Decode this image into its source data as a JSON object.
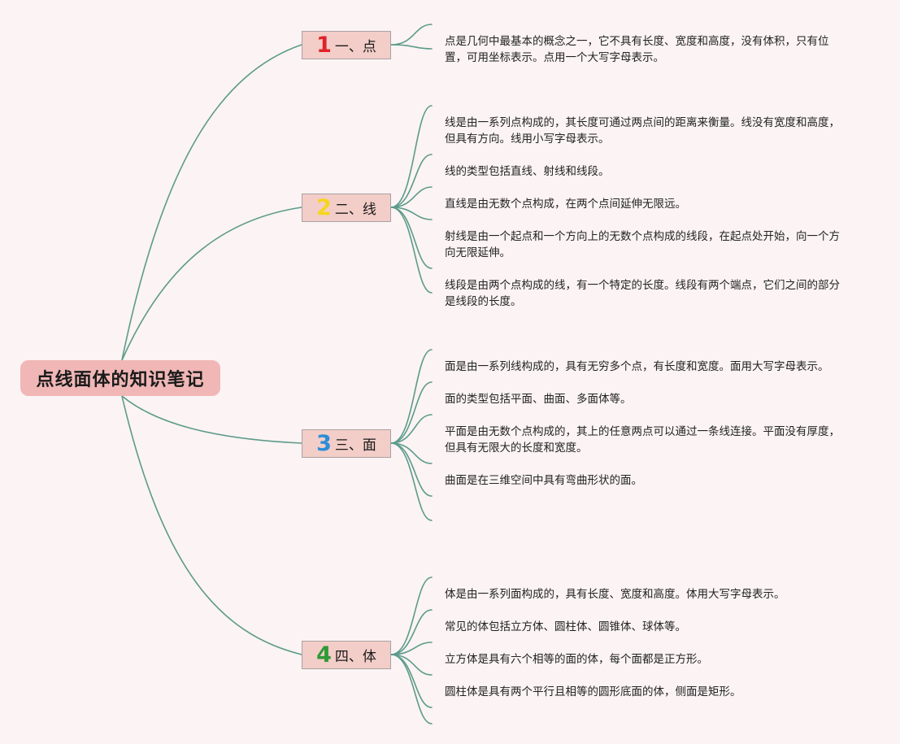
{
  "root": {
    "title": "点线面体的知识笔记"
  },
  "colors": {
    "background": "#fbf3f4",
    "link": "#5c9b8a",
    "root_fill": "#f0b7b6",
    "branch_fill": "#f3cdc8",
    "num1": "#e0222a",
    "num2": "#f5d61f",
    "num3": "#2b8ed8",
    "num4": "#2f9a36"
  },
  "branches": [
    {
      "num": "1",
      "label": "一、点",
      "notes": [
        "点是几何中最基本的概念之一，它不具有长度、宽度和高度，没有体积，只有位置，可用坐标表示。点用一个大写字母表示。"
      ]
    },
    {
      "num": "2",
      "label": "二、线",
      "notes": [
        "线是由一系列点构成的，其长度可通过两点间的距离来衡量。线没有宽度和高度，但具有方向。线用小写字母表示。",
        "线的类型包括直线、射线和线段。",
        "直线是由无数个点构成，在两个点间延伸无限远。",
        "射线是由一个起点和一个方向上的无数个点构成的线段，在起点处开始，向一个方向无限延伸。",
        "线段是由两个点构成的线，有一个特定的长度。线段有两个端点，它们之间的部分是线段的长度。"
      ]
    },
    {
      "num": "3",
      "label": "三、面",
      "notes": [
        "面是由一系列线构成的，具有无穷多个点，有长度和宽度。面用大写字母表示。",
        "面的类型包括平面、曲面、多面体等。",
        "平面是由无数个点构成的，其上的任意两点可以通过一条线连接。平面没有厚度，但具有无限大的长度和宽度。",
        "曲面是在三维空间中具有弯曲形状的面。"
      ]
    },
    {
      "num": "4",
      "label": "四、体",
      "notes": [
        "体是由一系列面构成的，具有长度、宽度和高度。体用大写字母表示。",
        "常见的体包括立方体、圆柱体、圆锥体、球体等。",
        "立方体是具有六个相等的面的体，每个面都是正方形。",
        "圆柱体是具有两个平行且相等的圆形底面的体，侧面是矩形。"
      ]
    }
  ]
}
